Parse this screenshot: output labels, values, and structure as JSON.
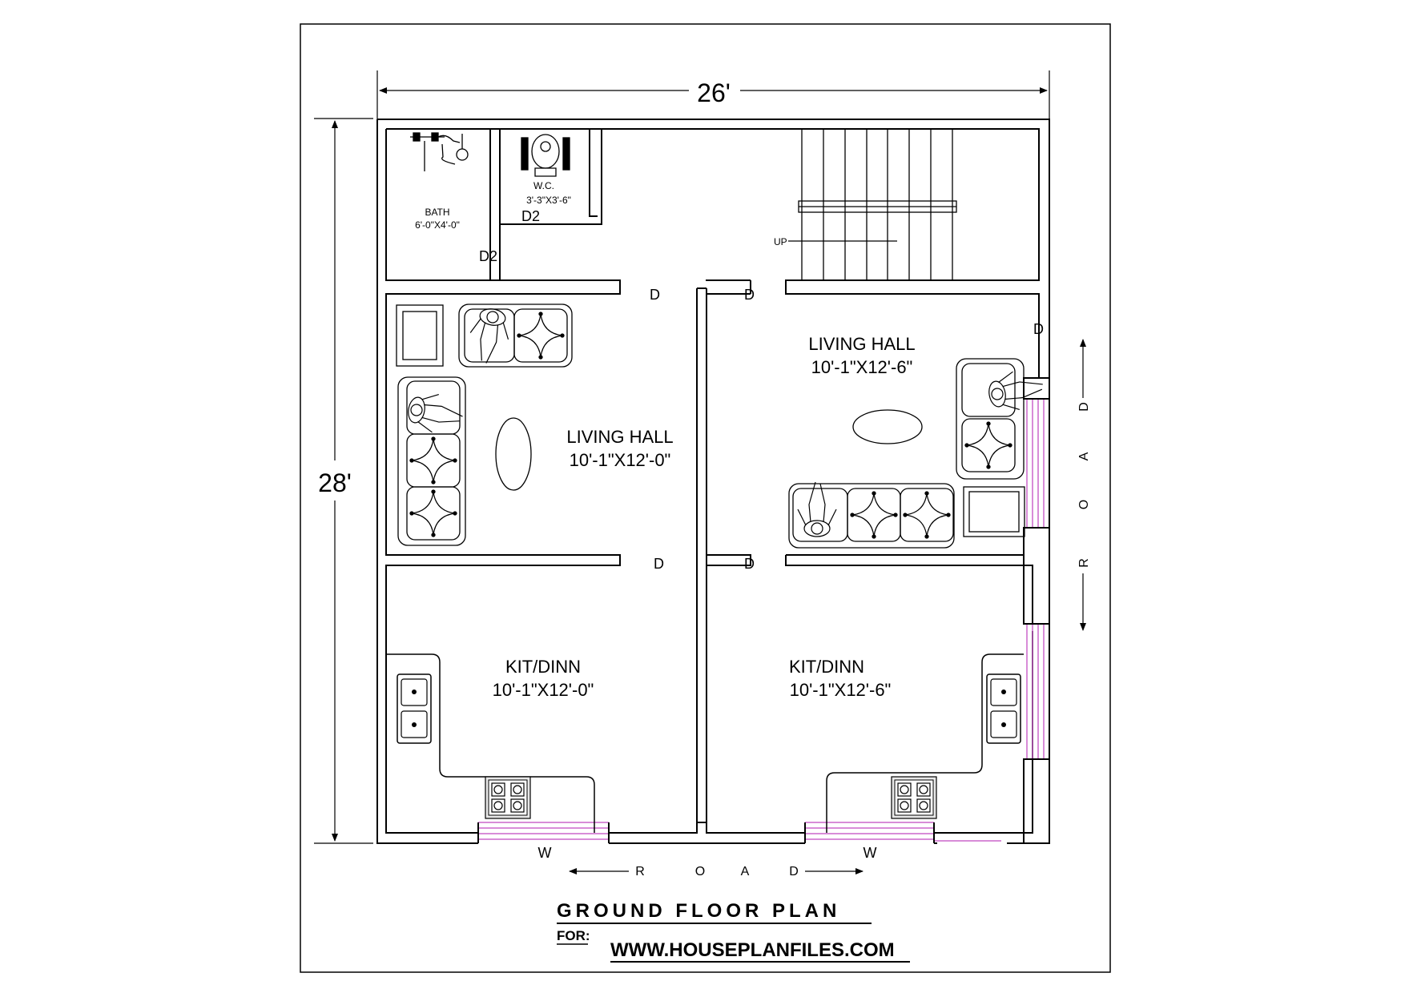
{
  "dimensions": {
    "width": "26'",
    "height": "28'"
  },
  "rooms": {
    "bath": {
      "name": "BATH",
      "size": "6'-0\"X4'-0\""
    },
    "wc": {
      "name": "W.C.",
      "size": "3'-3\"X3'-6\""
    },
    "living_left": {
      "name": "LIVING HALL",
      "size": "10'-1\"X12'-0\""
    },
    "living_right": {
      "name": "LIVING HALL",
      "size": "10'-1\"X12'-6\""
    },
    "kit_left": {
      "name": "KIT/DINN",
      "size": "10'-1\"X12'-0\""
    },
    "kit_right": {
      "name": "KIT/DINN",
      "size": "10'-1\"X12'-6\""
    }
  },
  "doors": {
    "d": "D",
    "d2": "D2"
  },
  "windows": {
    "w": "W"
  },
  "stair": {
    "up": "UP"
  },
  "road": {
    "r": "R",
    "o": "O",
    "a": "A",
    "d": "D"
  },
  "title": {
    "main": "GROUND FLOOR PLAN",
    "for": "FOR:",
    "site": "WWW.HOUSEPLANFILES.COM"
  },
  "colors": {
    "line": "#000000",
    "window": "#cc66cc"
  }
}
